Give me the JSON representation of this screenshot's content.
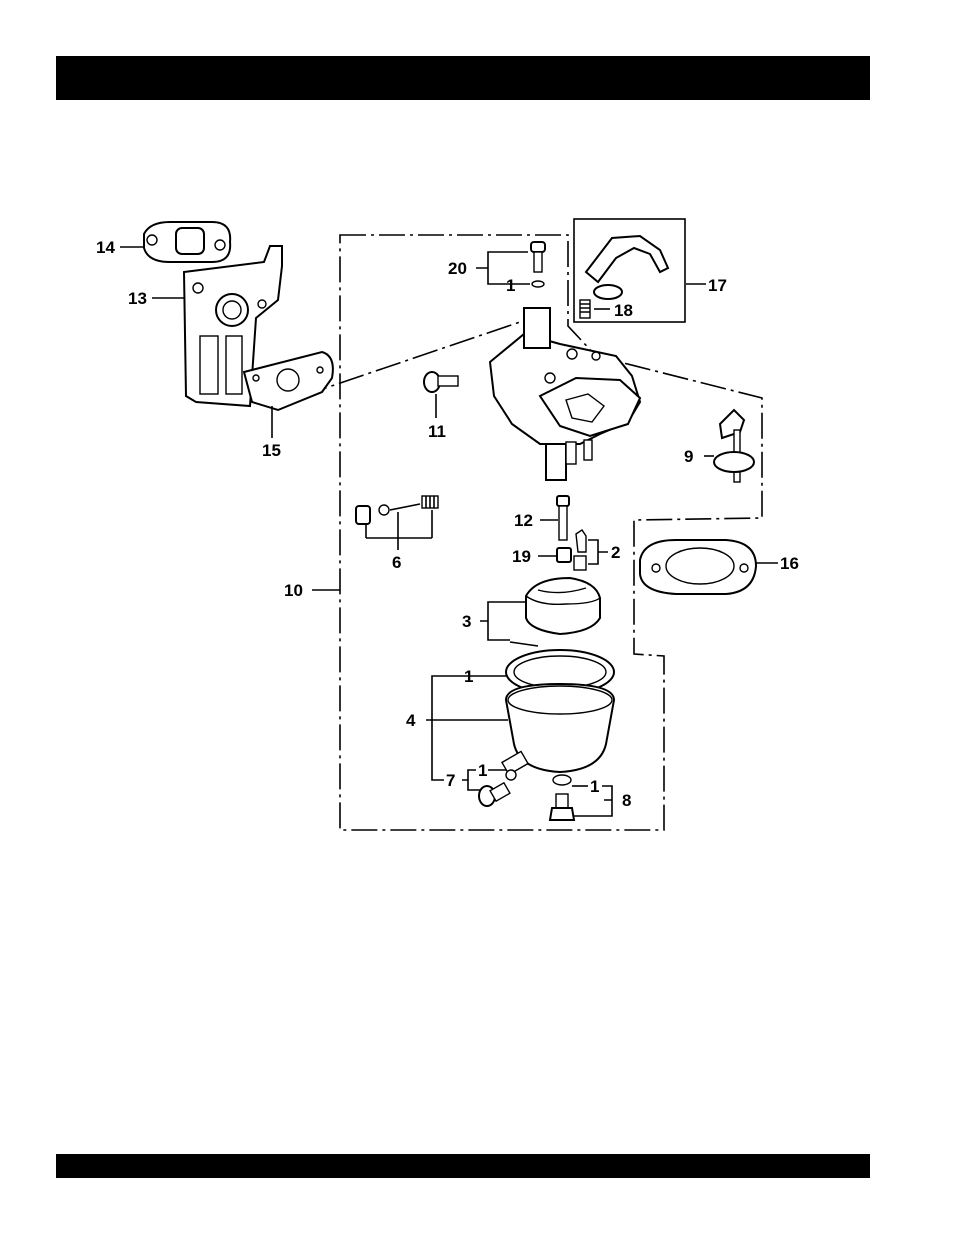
{
  "header_band": {
    "text": ""
  },
  "footer_band": {
    "text": ""
  },
  "callouts": {
    "c1a": "1",
    "c1b": "1",
    "c1c": "1",
    "c1d": "1",
    "c2": "2",
    "c3": "3",
    "c4": "4",
    "c6": "6",
    "c7": "7",
    "c8": "8",
    "c9": "9",
    "c10": "10",
    "c11": "11",
    "c12": "12",
    "c13": "13",
    "c14": "14",
    "c15": "15",
    "c16": "16",
    "c17": "17",
    "c18": "18",
    "c19": "19",
    "c20": "20"
  }
}
